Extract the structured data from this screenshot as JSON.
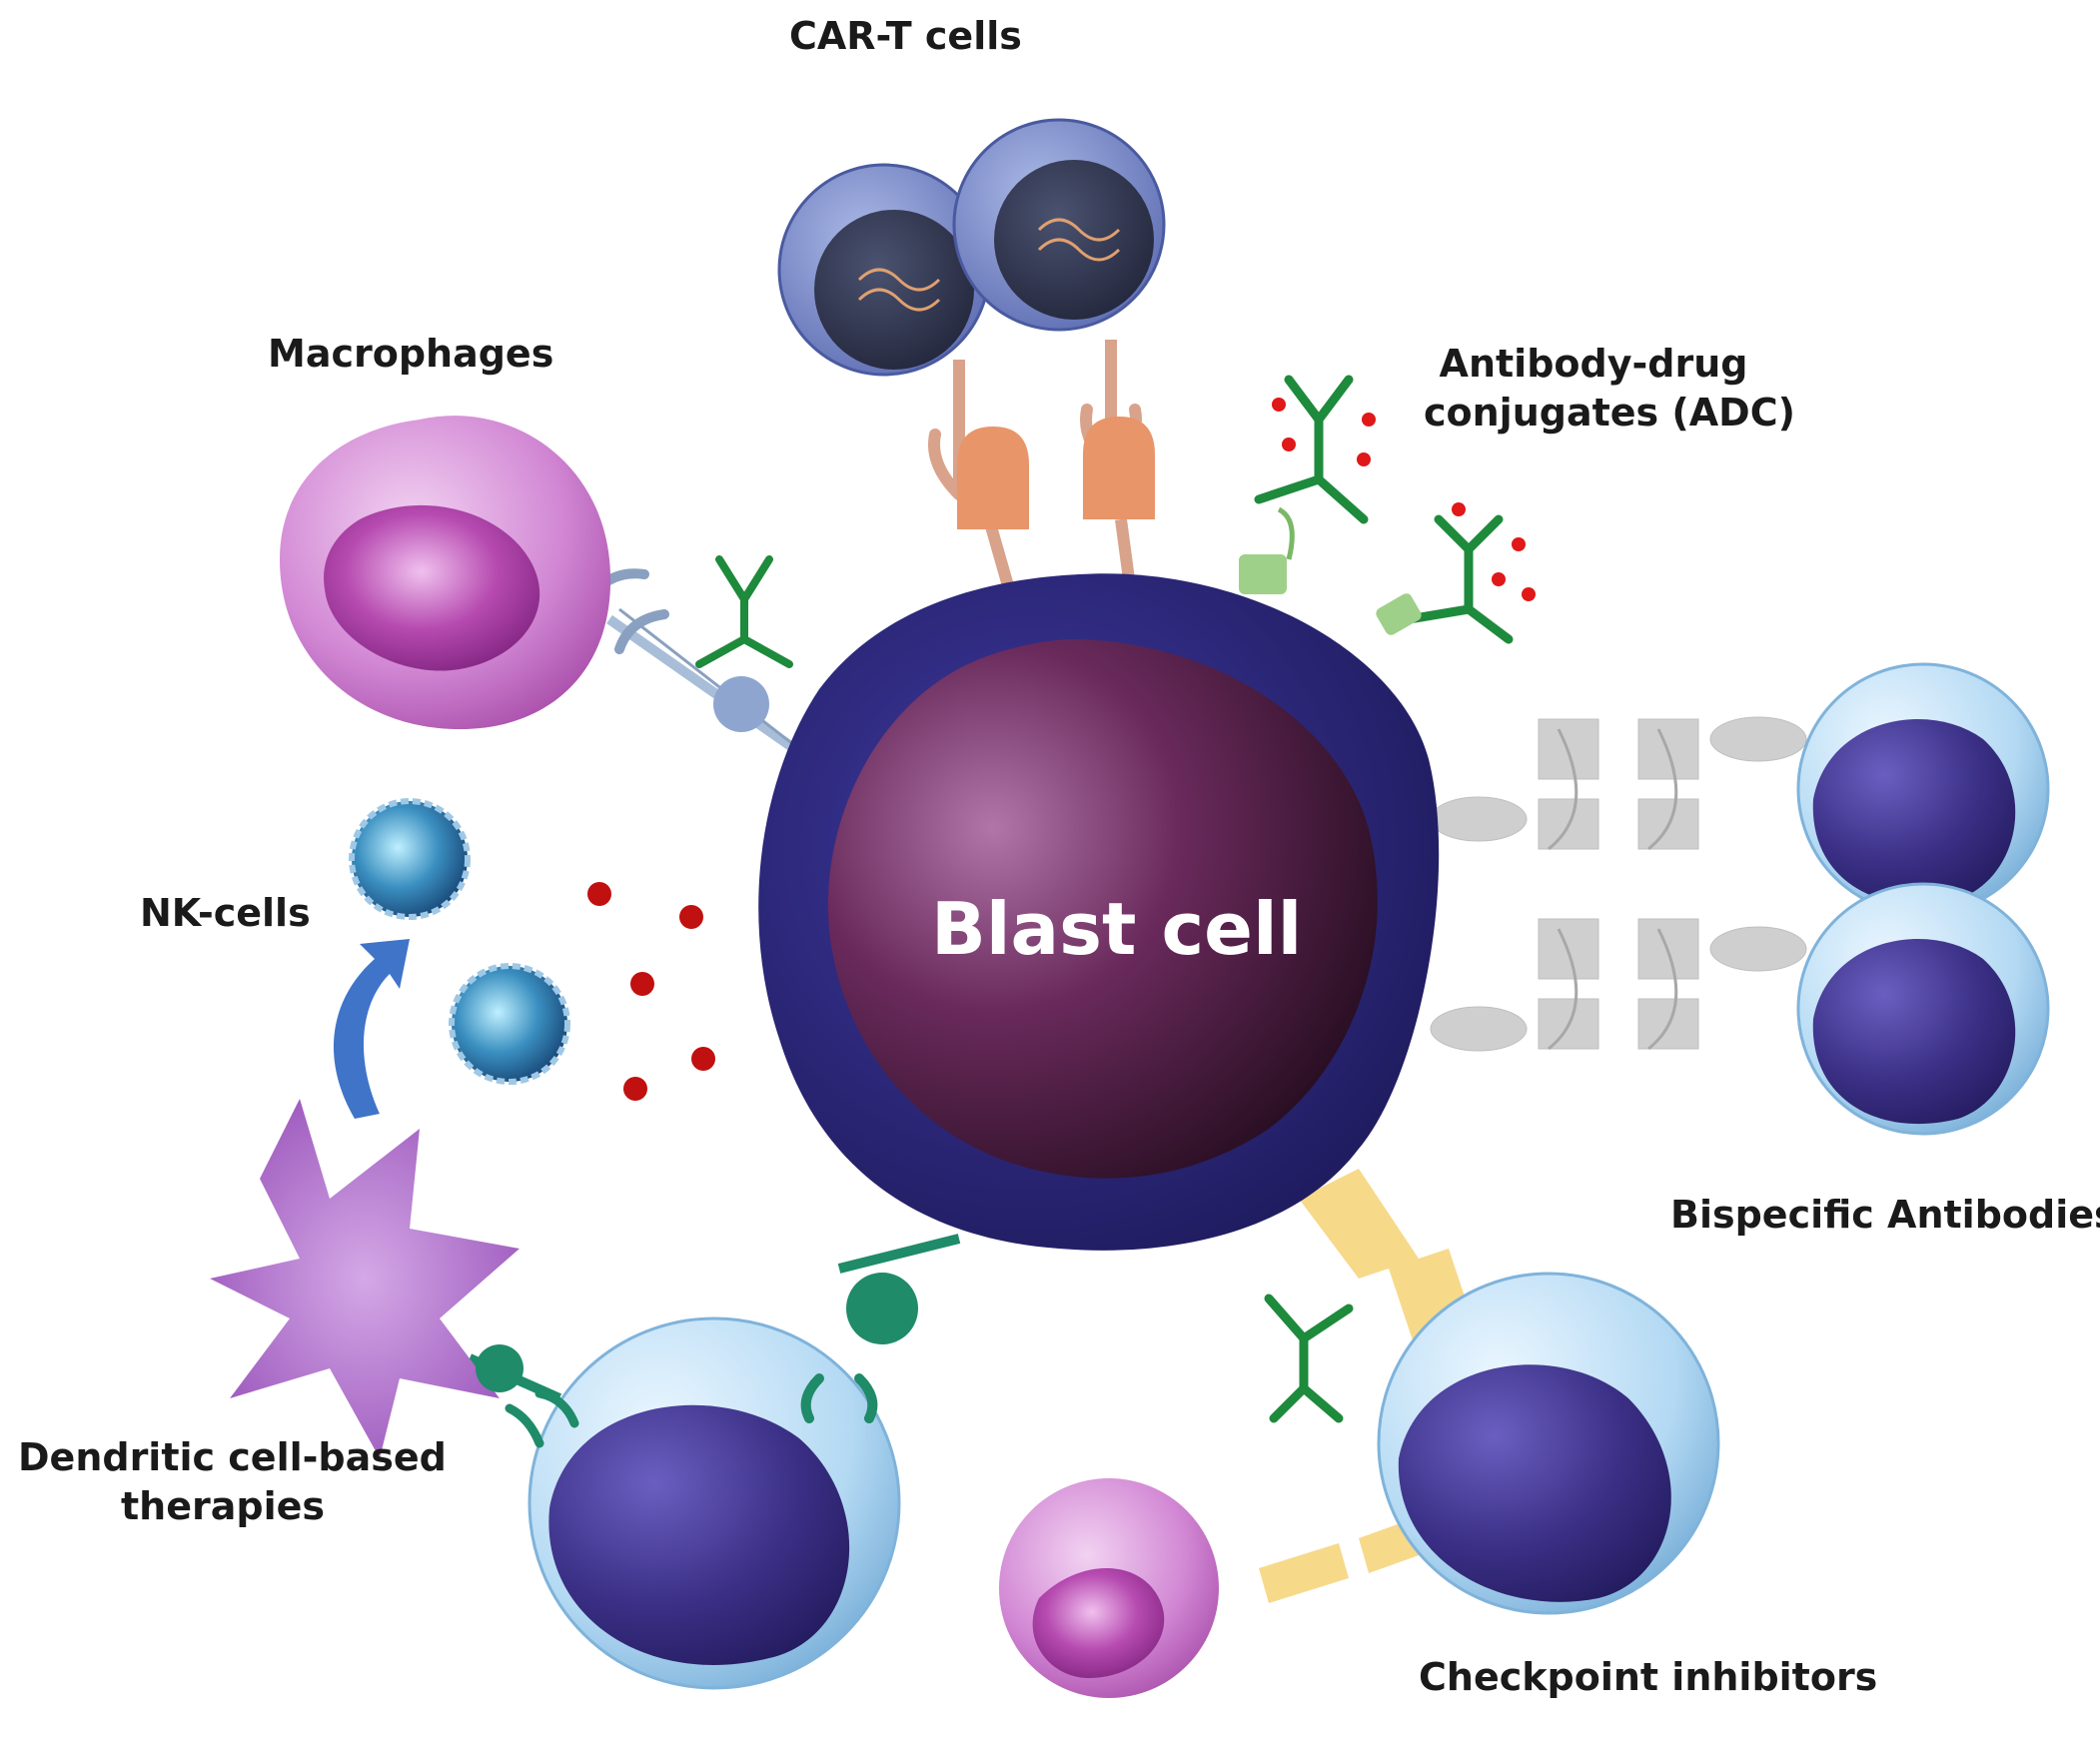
{
  "labels": {
    "car_t": "CAR-T cells",
    "macrophages": "Macrophages",
    "adc_line1": "Antibody-drug",
    "adc_line2": "conjugates (ADC)",
    "nk_cells": "NK-cells",
    "blast_cell": "Blast cell",
    "bispecific": "Bispecific Antibodies",
    "dendritic_line1": "Dendritic cell-based",
    "dendritic_line2": "therapies",
    "checkpoint": "Checkpoint inhibitors"
  },
  "colors": {
    "blast_membrane": "#2e2a7a",
    "blast_nucleus": "#6b2a5e",
    "antibody_green": "#1e8a3c",
    "tcell_shell": "#b9dcf2",
    "tcell_nucleus": "#3a2f85",
    "macrophage": "#c86ac8",
    "car_receptor": "#e8956a",
    "adc_payload": "#e01818",
    "dendritic": "#a35fc0",
    "cytokine_dots": "#c01010",
    "checkpoint_arrow": "#f7d98a",
    "bispecific_gray": "#c8c8c8",
    "nk_arrow": "#3f74c9"
  }
}
